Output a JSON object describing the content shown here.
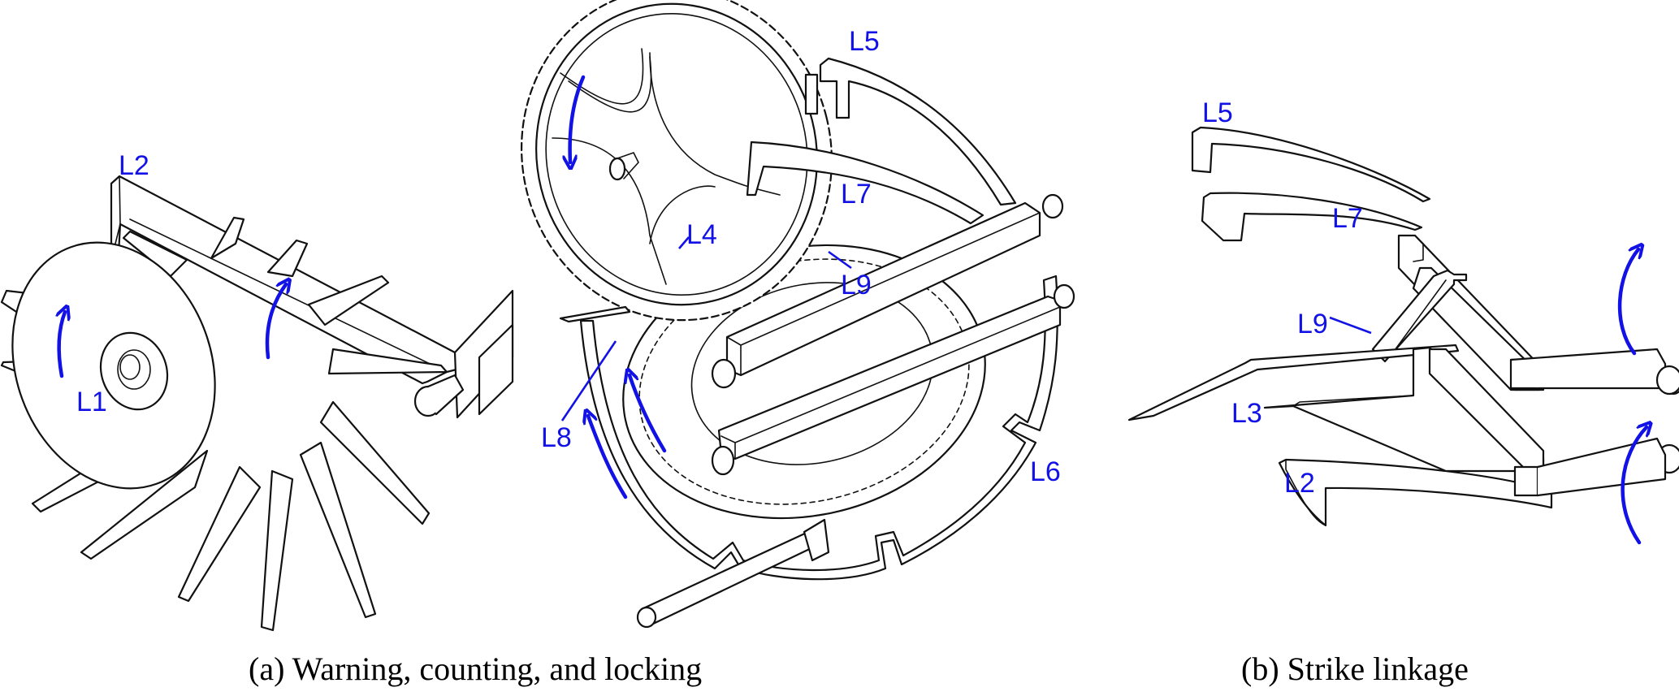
{
  "figure": {
    "panels": [
      {
        "id": "a",
        "caption": "(a) Warning, counting, and locking",
        "labels": [
          "L1",
          "L2",
          "L4",
          "L5",
          "L7",
          "L9",
          "L8",
          "L6"
        ]
      },
      {
        "id": "b",
        "caption": "(b) Strike linkage",
        "labels": [
          "L5",
          "L7",
          "L9",
          "L3",
          "L2"
        ]
      }
    ],
    "colors": {
      "label": "#1212e6",
      "arrow": "#1212e6",
      "line": "#111111",
      "background": "#ffffff"
    }
  }
}
